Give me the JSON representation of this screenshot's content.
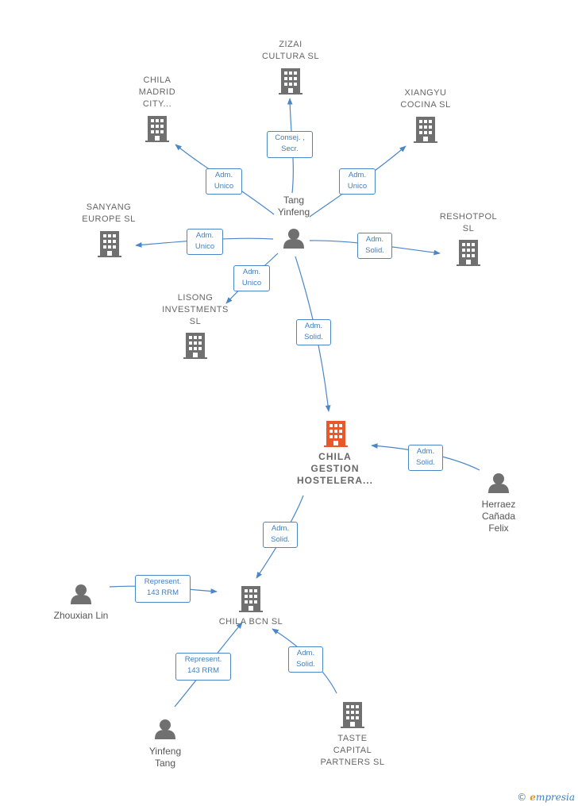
{
  "colors": {
    "edge": "#4a86c8",
    "node": "#707070",
    "focus": "#e8582a"
  },
  "nodes": [
    {
      "id": "zizai",
      "type": "company",
      "label": "ZIZAI\nCULTURA  SL"
    },
    {
      "id": "chila_madrid",
      "type": "company",
      "label": "CHILA\nMADRID\nCITY..."
    },
    {
      "id": "xiangyu",
      "type": "company",
      "label": "XIANGYU\nCOCINA  SL"
    },
    {
      "id": "tang_yinfeng",
      "type": "person",
      "label": "Tang\nYinfeng"
    },
    {
      "id": "sanyang",
      "type": "company",
      "label": "SANYANG\nEUROPE  SL"
    },
    {
      "id": "reshotpol",
      "type": "company",
      "label": "RESHOTPOL\nSL"
    },
    {
      "id": "lisong",
      "type": "company",
      "label": "LISONG\nINVESTMENTS\nSL"
    },
    {
      "id": "chila_gestion",
      "type": "focus",
      "label": "CHILA\nGESTION\nHOSTELERA..."
    },
    {
      "id": "herraez",
      "type": "person",
      "label": "Herraez\nCañada\nFelix"
    },
    {
      "id": "chila_bcn",
      "type": "company",
      "label": "CHILA BCN  SL"
    },
    {
      "id": "zhouxian",
      "type": "person",
      "label": "Zhouxian Lin"
    },
    {
      "id": "yinfeng_tang",
      "type": "person",
      "label": "Yinfeng\nTang"
    },
    {
      "id": "taste",
      "type": "company",
      "label": "TASTE\nCAPITAL\nPARTNERS  SL"
    }
  ],
  "edges": [
    {
      "from": "tang_yinfeng",
      "to": "zizai",
      "label": "Consej. ,\nSecr."
    },
    {
      "from": "tang_yinfeng",
      "to": "chila_madrid",
      "label": "Adm.\nUnico"
    },
    {
      "from": "tang_yinfeng",
      "to": "xiangyu",
      "label": "Adm.\nUnico"
    },
    {
      "from": "tang_yinfeng",
      "to": "sanyang",
      "label": "Adm.\nUnico"
    },
    {
      "from": "tang_yinfeng",
      "to": "reshotpol",
      "label": "Adm.\nSolid."
    },
    {
      "from": "tang_yinfeng",
      "to": "lisong",
      "label": "Adm.\nUnico"
    },
    {
      "from": "tang_yinfeng",
      "to": "chila_gestion",
      "label": "Adm.\nSolid."
    },
    {
      "from": "herraez",
      "to": "chila_gestion",
      "label": "Adm.\nSolid."
    },
    {
      "from": "chila_gestion",
      "to": "chila_bcn",
      "label": "Adm.\nSolid."
    },
    {
      "from": "zhouxian",
      "to": "chila_bcn",
      "label": "Represent.\n143 RRM"
    },
    {
      "from": "yinfeng_tang",
      "to": "chila_bcn",
      "label": "Represent.\n143 RRM"
    },
    {
      "from": "taste",
      "to": "chila_bcn",
      "label": "Adm.\nSolid."
    }
  ],
  "brand": {
    "copyright": "©",
    "name_initial": "e",
    "name_rest": "mpresia"
  }
}
